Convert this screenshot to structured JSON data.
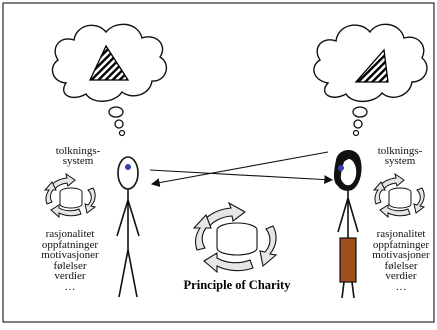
{
  "left_person": {
    "system_label_line1": "tolknings-",
    "system_label_line2": "system",
    "attributes": [
      "rasjonalitet",
      "oppfatninger",
      "motivasjoner",
      "følelser",
      "verdier",
      "…"
    ]
  },
  "right_person": {
    "system_label_line1": "tolknings-",
    "system_label_line2": "system",
    "attributes": [
      "rasjonalitet",
      "oppfatninger",
      "motivasjoner",
      "følelser",
      "verdier",
      "…"
    ]
  },
  "center": {
    "caption": "Principle of Charity"
  },
  "colors": {
    "line": "#111111",
    "eye": "#3344aa",
    "dress": "#a0501f",
    "hair": "#111111",
    "arrow_fill": "#e6e6e6"
  }
}
